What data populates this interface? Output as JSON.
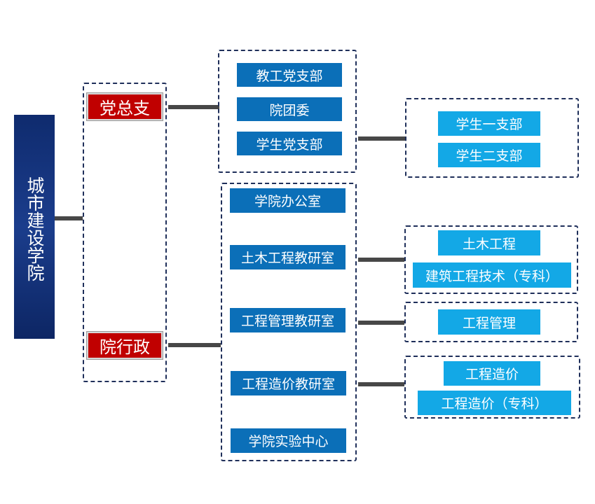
{
  "root": {
    "label": "城市建设学院"
  },
  "level1": {
    "party": "党总支",
    "admin": "院行政"
  },
  "party_units": [
    "教工党支部",
    "院团委",
    "学生党支部"
  ],
  "student_branches": [
    "学生一支部",
    "学生二支部"
  ],
  "admin_units": [
    "学院办公室",
    "土木工程教研室",
    "工程管理教研室",
    "工程造价教研室",
    "学院实验中心"
  ],
  "civil_majors": [
    "土木工程",
    "建筑工程技术（专科）"
  ],
  "management_majors": [
    "工程管理"
  ],
  "cost_majors": [
    "工程造价",
    "工程造价（专科）"
  ],
  "colors": {
    "root_bg": "#0f2b6e",
    "level1_bg": "#c00000",
    "unit_bg": "#0b6fb8",
    "major_bg": "#13a8e6",
    "connector": "#474747",
    "dashed_border": "#1f2f5a"
  }
}
